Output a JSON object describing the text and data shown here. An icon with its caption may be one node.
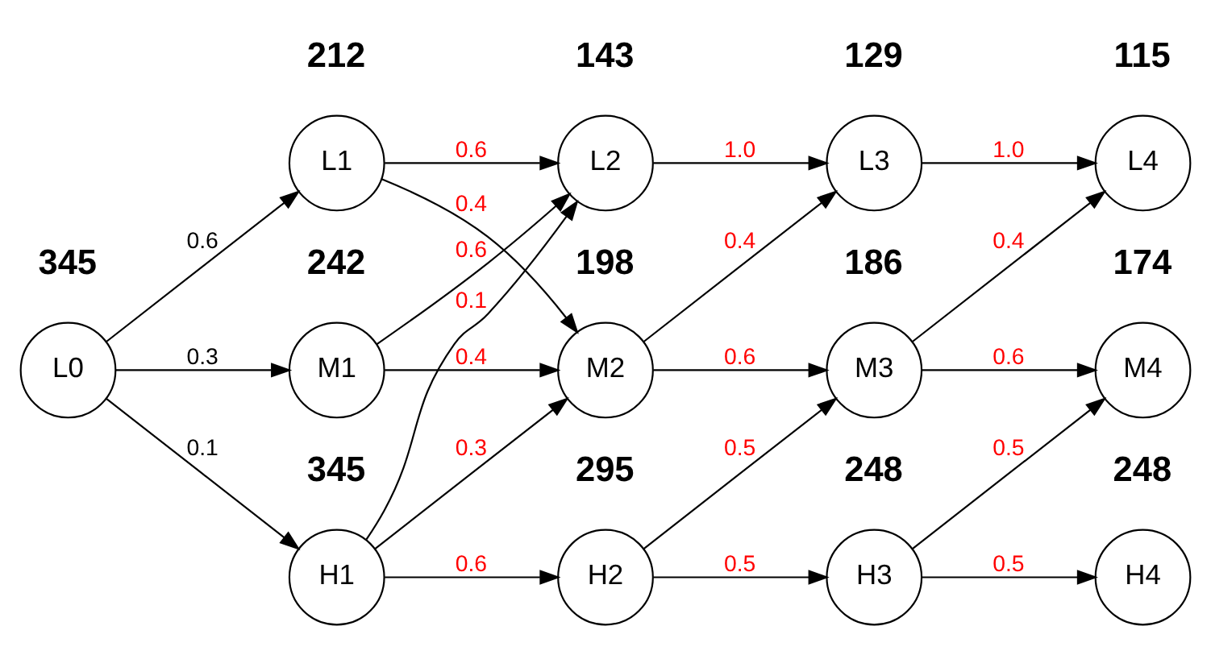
{
  "diagram": {
    "nodes": [
      {
        "text": [
          "L0"
        ],
        "beside": [
          "345"
        ]
      },
      {
        "text": [
          "L1"
        ],
        "beside": [
          "212"
        ]
      },
      {
        "text": [
          "M1"
        ],
        "beside": [
          "242"
        ]
      },
      {
        "text": [
          "H1"
        ],
        "beside": [
          "345"
        ]
      },
      {
        "text": [
          "L2"
        ],
        "beside": [
          "143"
        ]
      },
      {
        "text": [
          "M2"
        ],
        "beside": [
          "198"
        ]
      },
      {
        "text": [
          "H2"
        ],
        "beside": [
          "295"
        ]
      },
      {
        "text": [
          "L3"
        ],
        "beside": [
          "129"
        ]
      },
      {
        "text": [
          "M3"
        ],
        "beside": [
          "186"
        ]
      },
      {
        "text": [
          "H3"
        ],
        "beside": [
          "248"
        ]
      },
      {
        "text": [
          "L4"
        ],
        "beside": [
          "115"
        ]
      },
      {
        "text": [
          "M4"
        ],
        "beside": [
          "174"
        ]
      },
      {
        "text": [
          "H4"
        ],
        "beside": [
          "248"
        ]
      }
    ],
    "edges": [
      {
        "from": 0,
        "to": 1,
        "arrow": "to",
        "label": "0.6"
      },
      {
        "from": 0,
        "to": 2,
        "arrow": "to",
        "label": "0.3"
      },
      {
        "from": 0,
        "to": 3,
        "arrow": "to",
        "label": "0.1"
      },
      {
        "from": 1,
        "to": 4,
        "arrow": "to",
        "label": "0.6"
      },
      {
        "from": 1,
        "to": 5,
        "arrow": "to",
        "label": "0.4"
      },
      {
        "from": 2,
        "to": 4,
        "arrow": "to",
        "label": "0.6"
      },
      {
        "from": 2,
        "to": 5,
        "arrow": "to",
        "label": "0.4"
      },
      {
        "from": 3,
        "to": 4,
        "arrow": "to",
        "label": "0.1"
      },
      {
        "from": 3,
        "to": 5,
        "arrow": "to",
        "label": "0.3"
      },
      {
        "from": 3,
        "to": 6,
        "arrow": "to",
        "label": "0.6"
      },
      {
        "from": 4,
        "to": 7,
        "arrow": "to",
        "label": "1.0"
      },
      {
        "from": 5,
        "to": 7,
        "arrow": "to",
        "label": "0.4"
      },
      {
        "from": 5,
        "to": 8,
        "arrow": "to",
        "label": "0.6"
      },
      {
        "from": 6,
        "to": 8,
        "arrow": "to",
        "label": "0.5"
      },
      {
        "from": 6,
        "to": 9,
        "arrow": "to",
        "label": "0.5"
      },
      {
        "from": 7,
        "to": 10,
        "arrow": "to",
        "label": "1.0"
      },
      {
        "from": 8,
        "to": 10,
        "arrow": "to",
        "label": "0.4"
      },
      {
        "from": 8,
        "to": 11,
        "arrow": "to",
        "label": "0.6"
      },
      {
        "from": 9,
        "to": 11,
        "arrow": "to",
        "label": "0.5"
      },
      {
        "from": 9,
        "to": 12,
        "arrow": "to",
        "label": "0.5"
      }
    ]
  }
}
